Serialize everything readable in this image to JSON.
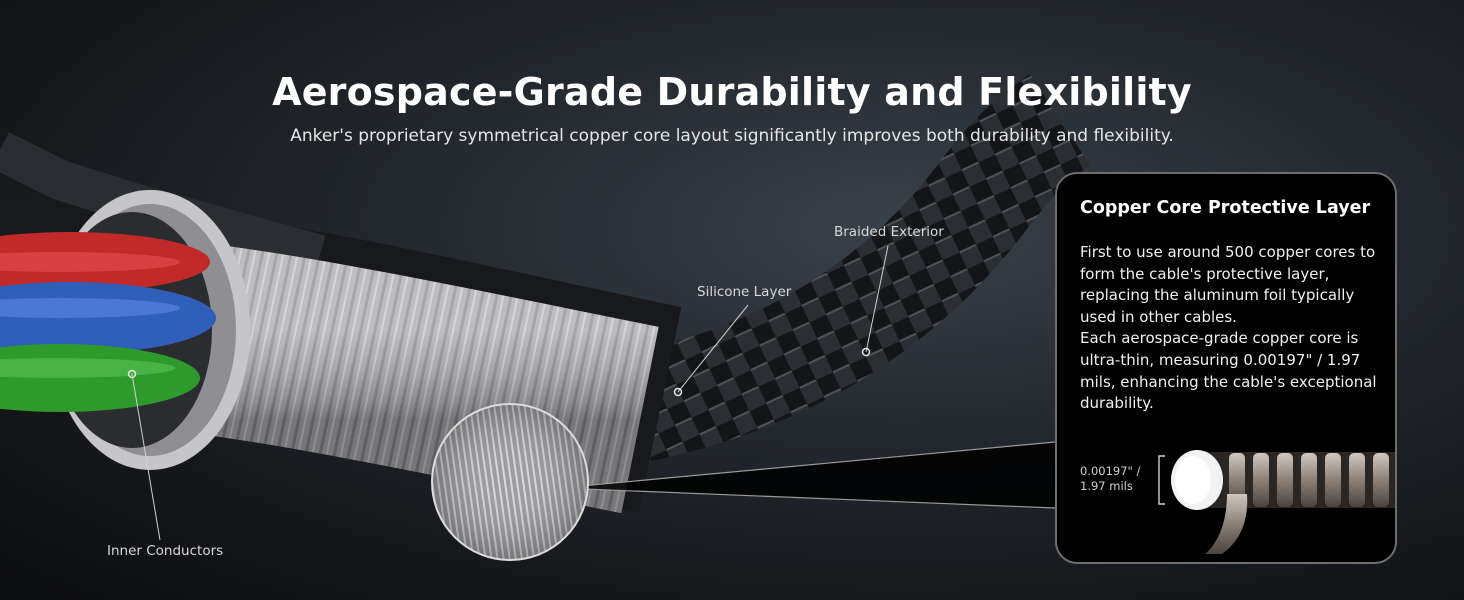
{
  "header": {
    "title": "Aerospace-Grade Durability and Flexibility",
    "subtitle": "Anker's proprietary symmetrical copper core layout significantly improves both durability and flexibility."
  },
  "callouts": {
    "braided_exterior": "Braided Exterior",
    "silicone_layer": "Silicone Layer",
    "inner_conductors": "Inner Conductors"
  },
  "panel": {
    "title": "Copper Core Protective Layer",
    "paragraph_1": "First to use around 500 copper cores to form the cable's protective layer, replacing the aluminum foil typically used in other cables.",
    "paragraph_2": "Each aerospace-grade copper core is ultra-thin, measuring 0.00197\" / 1.97 mils, enhancing the cable's exceptional durability.",
    "measurement_line_1": "0.00197\" /",
    "measurement_line_2": "1.97 mils"
  },
  "colors": {
    "conductor_red": "#c22a2a",
    "conductor_blue": "#2f5fb8",
    "conductor_green": "#2e9a2c",
    "shield_silver": "#b9b9bb",
    "braid_dark": "#1a1c1f"
  }
}
